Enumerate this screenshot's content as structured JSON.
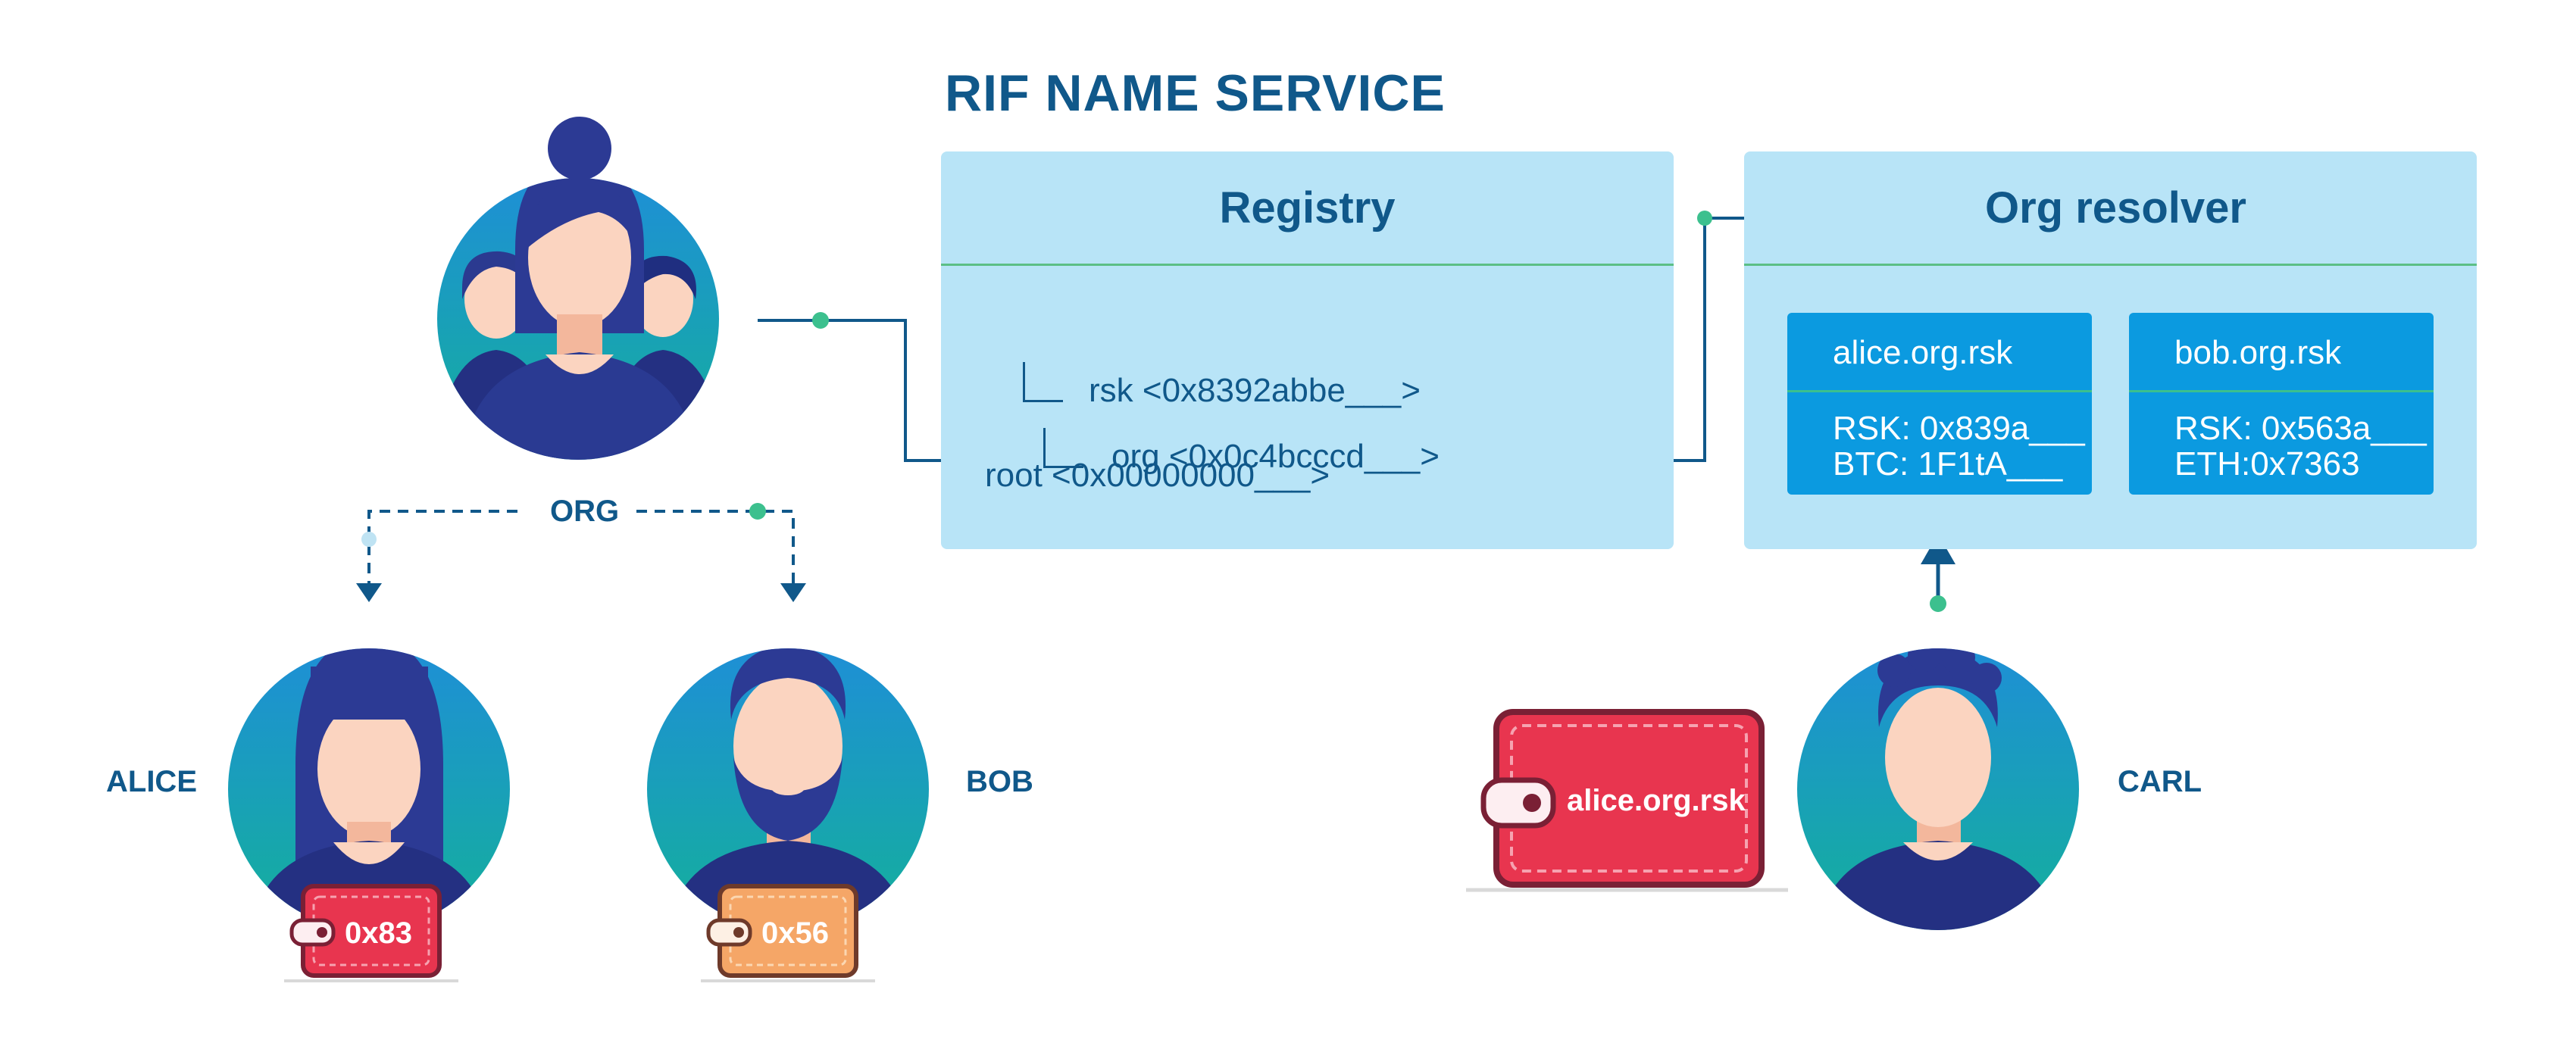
{
  "diagram": {
    "title": "RIF NAME SERVICE",
    "registry": {
      "header": "Registry",
      "entries": [
        "root <0x00000000___>",
        "rsk <0x8392abbe___>",
        "org <0x0c4bcccd___>"
      ]
    },
    "resolver": {
      "header": "Org resolver",
      "records": [
        {
          "name": "alice.org.rsk",
          "line1": "RSK: 0x839a___",
          "line2": "BTC: 1F1tA___"
        },
        {
          "name": "bob.org.rsk",
          "line1": "RSK: 0x563a___",
          "line2": "ETH:0x7363"
        }
      ]
    },
    "people": {
      "org": "ORG",
      "alice": "ALICE",
      "bob": "BOB",
      "carl": "CARL"
    },
    "wallets": {
      "alice": "0x83",
      "bob": "0x56",
      "carl": "alice.org.rsk"
    },
    "colors": {
      "title": "#10588a",
      "panel": "#b8e4f7",
      "card": "#0b9ae0",
      "accent_green": "#3cc08e",
      "wallet_red": "#e8354f",
      "wallet_orange": "#f5a667",
      "avatar_teal": "#16a9a5",
      "avatar_blue": "#2c3a8f"
    }
  }
}
